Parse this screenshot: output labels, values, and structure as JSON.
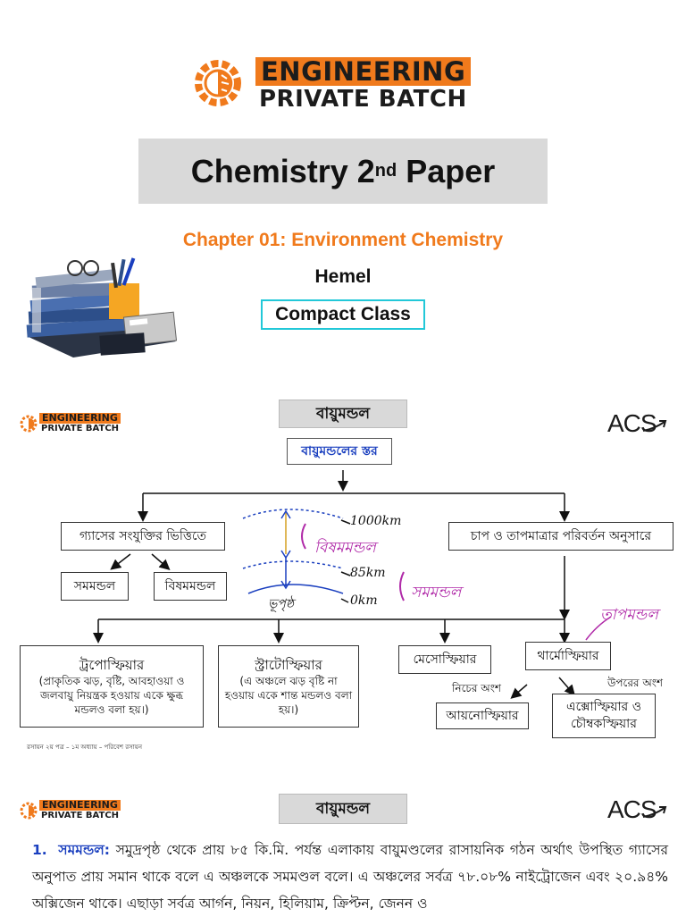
{
  "cover": {
    "logo_line1": "ENGINEERING",
    "logo_line2": "PRIVATE BATCH",
    "title_main": "Chemistry 2",
    "title_sup": "nd",
    "title_end": " Paper",
    "chapter": "Chapter 01: Environment Chemistry",
    "teacher": "Hemel",
    "class_label": "Compact Class"
  },
  "slide2": {
    "logo_line1": "ENGINEERING",
    "logo_line2": "PRIVATE BATCH",
    "acs": "ACS",
    "heading": "বায়ুমন্ডল",
    "sub_heading": "বায়ুমন্ডলের স্তর",
    "left_branch": "গ্যাসের সংযুক্তির ভিত্তিতে",
    "right_branch": "চাপ ও তাপমাত্রার পরিবর্তন অনুসারে",
    "homosphere": "সমমন্ডল",
    "heterosphere": "বিষমমন্ডল",
    "hand_1000": "1000km",
    "hand_hetero": "বিষমমন্ডল",
    "hand_85": "85km",
    "hand_homo": "সমমন্ডল",
    "hand_0": "0km",
    "hand_surface": "ভূপৃষ্ঠ",
    "hand_thermo": "তাপমন্ডল",
    "troposphere_title": "ট্রপোস্ফিয়ার",
    "troposphere_desc": "(প্রাকৃতিক ঝড়, বৃষ্টি, আবহাওয়া ও জলবায়ু নিয়ন্ত্রক হওয়ায় একে ক্ষুব্ধ মন্ডলও বলা হয়।)",
    "stratosphere_title": "স্ট্রাটোস্ফিয়ার",
    "stratosphere_desc": "(এ অঞ্চলে ঝড় বৃষ্টি না হওয়ায় একে শান্ত মন্ডলও বলা হয়।)",
    "mesosphere": "মেসোস্ফিয়ার",
    "thermosphere": "থার্মোস্ফিয়ার",
    "lower_part": "নিচের অংশ",
    "upper_part": "উপরের অংশ",
    "ionosphere": "আয়নোস্ফিয়ার",
    "exosphere": "এক্সোস্ফিয়ার ও চৌম্বকস্ফিয়ার",
    "footer": "রসায়ন ২য় পত্র – ১ম অধ্যায় – পরিবেশ রসায়ন"
  },
  "slide3": {
    "logo_line1": "ENGINEERING",
    "logo_line2": "PRIVATE BATCH",
    "acs": "ACS",
    "heading": "বায়ুমন্ডল",
    "item_number": "1.",
    "item_term": "সমমন্ডল:",
    "item_text": " সমুদ্রপৃষ্ঠ থেকে প্রায় ৮৫ কি.মি. পর্যন্ত এলাকায় বায়ুমণ্ডলের রাসায়নিক গঠন অর্থাৎ উপস্থিত গ্যাসের অনুপাত প্রায় সমান থাকে বলে এ অঞ্চলকে সমমণ্ডল বলে। এ অঞ্চলের সর্বত্র ৭৮.০৮% নাইট্রোজেন এবং ২০.৯৪% অক্সিজেন থাকে। এছাড়া সর্বত্র আর্গন, নিয়ন, হিলিয়াম, ক্রিপ্টন, জেনন ও"
  },
  "colors": {
    "orange": "#f07a1c",
    "gray": "#d9d9d9",
    "cyan": "#22c8d8",
    "blue": "#1a3fbf",
    "purple": "#b02aa8"
  }
}
